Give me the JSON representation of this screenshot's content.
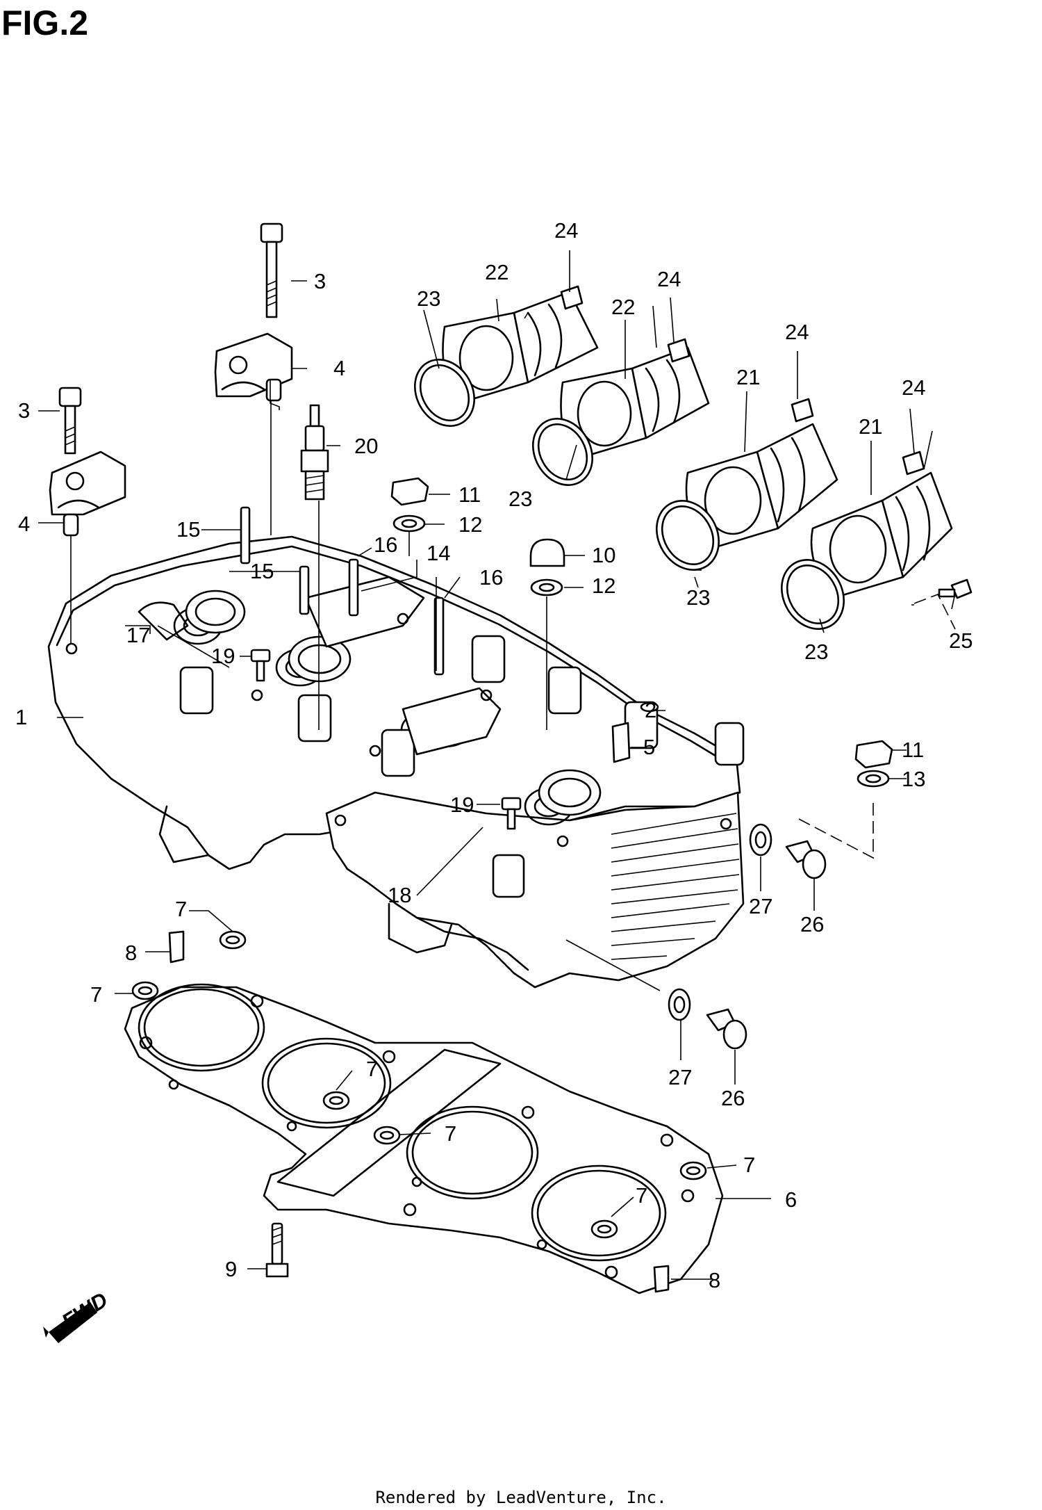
{
  "figure": {
    "title": "FIG.2"
  },
  "footer": {
    "text": "Rendered by LeadVenture, Inc."
  },
  "direction_marker": {
    "label": "FWD"
  },
  "callouts": {
    "c1": "1",
    "c2": "2",
    "c3a": "3",
    "c3b": "3",
    "c4a": "4",
    "c4b": "4",
    "c5": "5",
    "c6": "6",
    "c7a": "7",
    "c7b": "7",
    "c7c": "7",
    "c7d": "7",
    "c7e": "7",
    "c7f": "7",
    "c8a": "8",
    "c8b": "8",
    "c9": "9",
    "c10": "10",
    "c11a": "11",
    "c11b": "11",
    "c12a": "12",
    "c12b": "12",
    "c13": "13",
    "c14": "14",
    "c15a": "15",
    "c15b": "15",
    "c16a": "16",
    "c16b": "16",
    "c17": "17",
    "c18": "18",
    "c19a": "19",
    "c19b": "19",
    "c20": "20",
    "c21a": "21",
    "c21b": "21",
    "c22a": "22",
    "c22b": "22",
    "c23a": "23",
    "c23b": "23",
    "c23c": "23",
    "c23d": "23",
    "c24a": "24",
    "c24b": "24",
    "c24c": "24",
    "c24d": "24",
    "c25": "25",
    "c26a": "26",
    "c26b": "26",
    "c27a": "27",
    "c27b": "27"
  }
}
